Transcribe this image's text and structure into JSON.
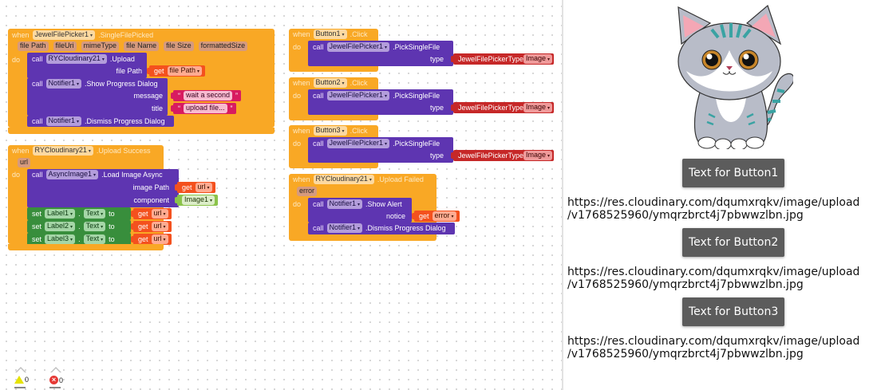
{
  "workspace": {
    "events": [
      {
        "id": "filepicked",
        "when": "when",
        "component": "JewelFilePicker1",
        "event": ".SingleFilePicked",
        "params": [
          "file Path",
          "fileUri",
          "mimeType",
          "file Name",
          "file Size",
          "formattedSize"
        ],
        "do": "do",
        "statements": [
          {
            "call": "call",
            "component": "RYCloudinary21",
            "method": ".Upload",
            "args": [
              {
                "name": "file Path",
                "get": "get",
                "var": "file Path"
              }
            ]
          },
          {
            "call": "call",
            "component": "Notifier1",
            "method": ".Show Progress Dialog",
            "args": [
              {
                "name": "message",
                "text": "wait a second"
              },
              {
                "name": "title",
                "text": "upload file..."
              }
            ]
          },
          {
            "call": "call",
            "component": "Notifier1",
            "method": ".Dismiss Progress Dialog"
          }
        ]
      },
      {
        "id": "uploadsuccess",
        "when": "when",
        "component": "RYCloudinary21",
        "event": ".Upload Success",
        "params": [
          "url"
        ],
        "do": "do",
        "statements": [
          {
            "call": "call",
            "component": "AsyncImage1",
            "method": ".Load Image Async",
            "args": [
              {
                "name": "image Path",
                "get": "get",
                "var": "url"
              },
              {
                "name": "component",
                "component": "Image1"
              }
            ]
          },
          {
            "set": "set",
            "component": "Label1",
            "dot": ".",
            "prop": "Text",
            "to": "to",
            "get": "get",
            "var": "url"
          },
          {
            "set": "set",
            "component": "Label2",
            "dot": ".",
            "prop": "Text",
            "to": "to",
            "get": "get",
            "var": "url"
          },
          {
            "set": "set",
            "component": "Label3",
            "dot": ".",
            "prop": "Text",
            "to": "to",
            "get": "get",
            "var": "url"
          }
        ]
      },
      {
        "id": "button1click",
        "when": "when",
        "component": "Button1",
        "event": ".Click",
        "do": "do",
        "call": "call",
        "callComponent": "JewelFilePicker1",
        "method": ".PickSingleFile",
        "argName": "type",
        "enumType": "JewelFilePickerType",
        "enumValue": "Image"
      },
      {
        "id": "button2click",
        "when": "when",
        "component": "Button2",
        "event": ".Click",
        "do": "do",
        "call": "call",
        "callComponent": "JewelFilePicker1",
        "method": ".PickSingleFile",
        "argName": "type",
        "enumType": "JewelFilePickerType",
        "enumValue": "Image"
      },
      {
        "id": "button3click",
        "when": "when",
        "component": "Button3",
        "event": ".Click",
        "do": "do",
        "call": "call",
        "callComponent": "JewelFilePicker1",
        "method": ".PickSingleFile",
        "argName": "type",
        "enumType": "JewelFilePickerType",
        "enumValue": "Image"
      },
      {
        "id": "uploadfailed",
        "when": "when",
        "component": "RYCloudinary21",
        "event": ".Upload Failed",
        "params": [
          "error"
        ],
        "do": "do",
        "statements": [
          {
            "call": "call",
            "component": "Notifier1",
            "method": ".Show Alert",
            "args": [
              {
                "name": "notice",
                "get": "get",
                "var": "error"
              }
            ]
          },
          {
            "call": "call",
            "component": "Notifier1",
            "method": ".Dismiss Progress Dialog"
          }
        ]
      }
    ],
    "warnings": {
      "count": "0",
      "icon": "warning-icon"
    },
    "errors": {
      "count": "0",
      "icon": "error-icon"
    }
  },
  "preview": {
    "image": "cat-image",
    "buttons": [
      "Text for Button1",
      "Text for Button2",
      "Text for Button3"
    ],
    "labels": [
      [
        "https://res.cloudinary.com/dqumxrqkv/image/upload",
        "/v1768525960/ymqrzbrct4j7pbwwzlbn.jpg"
      ],
      [
        "https://res.cloudinary.com/dqumxrqkv/image/upload",
        "/v1768525960/ymqrzbrct4j7pbwwzlbn.jpg"
      ],
      [
        "https://res.cloudinary.com/dqumxrqkv/image/upload",
        "/v1768525960/ymqrzbrct4j7pbwwzlbn.jpg"
      ]
    ]
  },
  "colors": {
    "event": "#f9a825",
    "procedure": "#5e35b1",
    "setter": "#388e3c",
    "getter": "#f4511e",
    "text": "#d81b60",
    "component": "#8bc34a",
    "enum": "#c62828",
    "button": "#5c5c5c"
  }
}
